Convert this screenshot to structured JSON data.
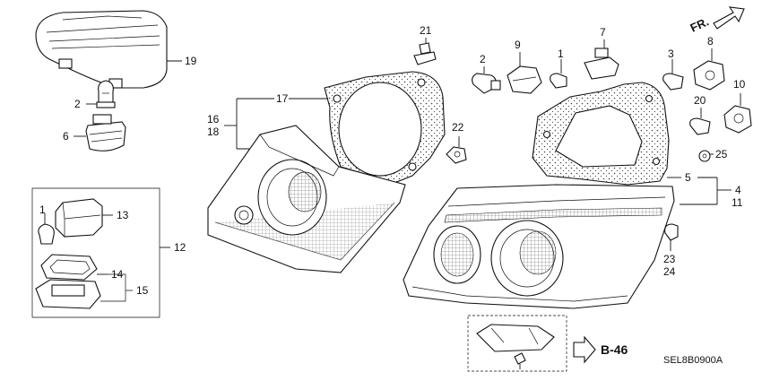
{
  "callouts": {
    "c21": "21",
    "c2a": "2",
    "c9": "9",
    "c1a": "1",
    "c7": "7",
    "c3": "3",
    "c8": "8",
    "c10": "10",
    "c19": "19",
    "c2b": "2",
    "c6": "6",
    "c17": "17",
    "c16": "16",
    "c18": "18",
    "c22": "22",
    "c20": "20",
    "c25": "25",
    "c5": "5",
    "c4": "4",
    "c11": "11",
    "c1b": "1",
    "c13": "13",
    "c12": "12",
    "c14": "14",
    "c15": "15",
    "c23": "23",
    "c24": "24"
  },
  "labels": {
    "front_arrow": "FR.",
    "ref_page": "B-46",
    "diagram_code": "SEL8B0900A"
  },
  "colors": {
    "line": "#111111",
    "gasket_fill": "#ffffff",
    "stipple": "#555555"
  }
}
